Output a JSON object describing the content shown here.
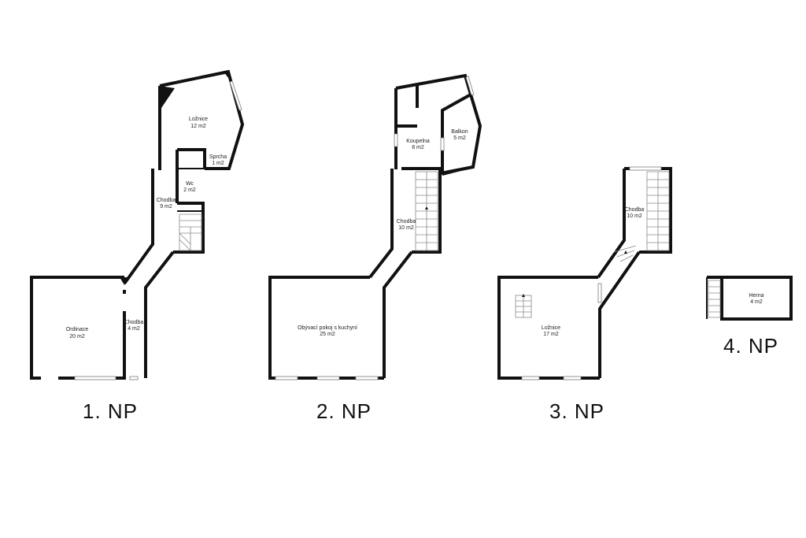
{
  "floors": [
    {
      "label": "1. NP",
      "rooms": [
        {
          "name": "Ložnice",
          "area": "12 m2"
        },
        {
          "name": "Sprcha",
          "area": "1 m2"
        },
        {
          "name": "Wc",
          "area": "2 m2"
        },
        {
          "name": "Chodba",
          "area": "9 m2"
        },
        {
          "name": "Ordinace",
          "area": "20 m2"
        },
        {
          "name": "Chodba",
          "area": "4 m2"
        }
      ]
    },
    {
      "label": "2. NP",
      "rooms": [
        {
          "name": "Koupelna",
          "area": "8 m2"
        },
        {
          "name": "Balkon",
          "area": "5 m2"
        },
        {
          "name": "Chodba",
          "area": "10 m2"
        },
        {
          "name": "Obývací pokoj s kuchyní",
          "area": "25 m2"
        }
      ]
    },
    {
      "label": "3. NP",
      "rooms": [
        {
          "name": "Chodba",
          "area": "10 m2"
        },
        {
          "name": "Ložnice",
          "area": "17 m2"
        }
      ]
    },
    {
      "label": "4. NP",
      "rooms": [
        {
          "name": "Herna",
          "area": "4 m2"
        }
      ]
    }
  ]
}
